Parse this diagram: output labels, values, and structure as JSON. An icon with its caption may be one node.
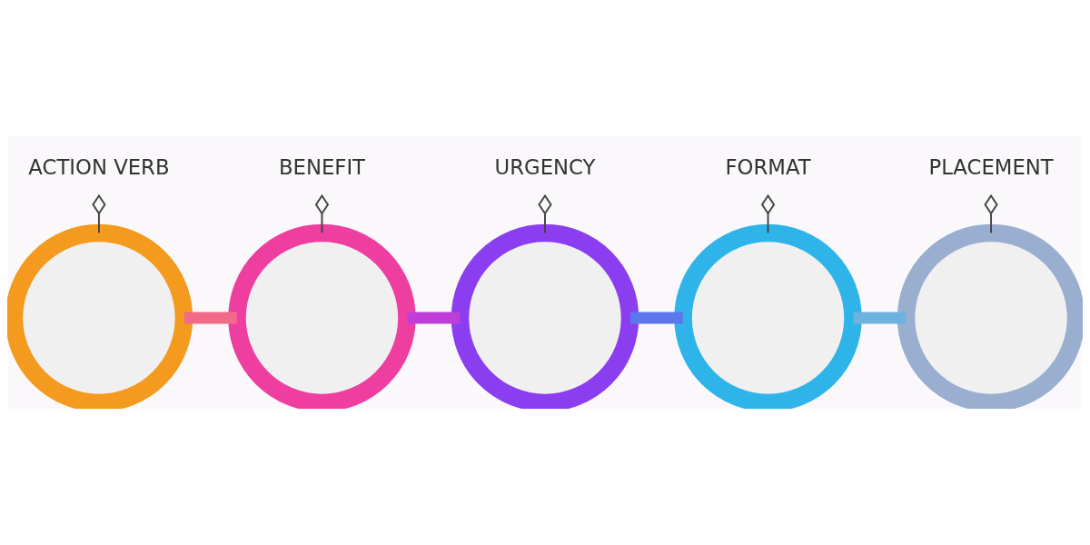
{
  "diagram": {
    "nodes": [
      {
        "text": [],
        "shape": "circle"
      },
      {
        "text": [],
        "shape": "circle"
      },
      {
        "text": [],
        "shape": "circle"
      },
      {
        "text": [],
        "shape": "circle"
      },
      {
        "text": [],
        "shape": "circle"
      },
      {
        "text": [
          "ACTION VERB"
        ]
      },
      {
        "text": [
          "BENEFIT"
        ]
      },
      {
        "text": [
          "URGENCY"
        ]
      },
      {
        "text": [
          "FORMAT"
        ]
      },
      {
        "text": [
          "PLACEMENT"
        ]
      }
    ],
    "edges": [
      {
        "from": 0,
        "to": 1,
        "arrow": "none",
        "style": "thick",
        "color": "#f26a8a"
      },
      {
        "from": 1,
        "to": 2,
        "arrow": "none",
        "style": "thick",
        "color": "#c03ed8"
      },
      {
        "from": 2,
        "to": 3,
        "arrow": "none",
        "style": "thick",
        "color": "#5a78ec"
      },
      {
        "from": 3,
        "to": 4,
        "arrow": "none",
        "style": "thick",
        "color": "#6eb2e0"
      },
      {
        "from": 5,
        "to": 0,
        "arrow": "other"
      },
      {
        "from": 6,
        "to": 1,
        "arrow": "other"
      },
      {
        "from": 7,
        "to": 2,
        "arrow": "other"
      },
      {
        "from": 8,
        "to": 3,
        "arrow": "other"
      },
      {
        "from": 9,
        "to": 4,
        "arrow": "other"
      }
    ]
  }
}
